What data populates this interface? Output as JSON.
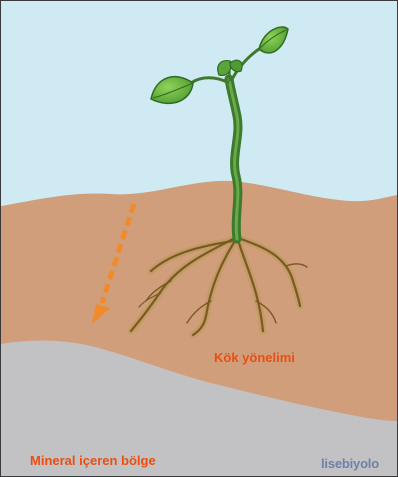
{
  "labels": {
    "root_tropism": "Kök yönelimi",
    "mineral_zone": "Mineral içeren bölge"
  },
  "watermark": "lisebiyolo",
  "colors": {
    "frame": "#3a3a3a",
    "sky": "#cfeaf2",
    "soil": "#d19e7b",
    "mineral_zone": "#c2c2c4",
    "stem": "#4f8f3a",
    "leaf": "#6fb944",
    "root": "#8a6a2a",
    "arrow": "#f08a2a",
    "label_text": "#ea4f12",
    "watermark_text": "#6d82a6"
  },
  "icons": [
    "sprout-icon",
    "growth-direction-arrow-icon"
  ]
}
